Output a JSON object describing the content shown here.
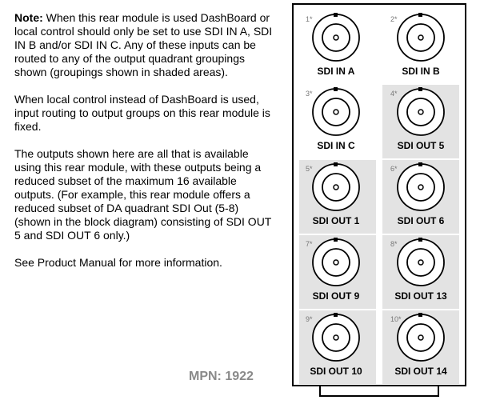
{
  "note": {
    "lead": "Note:",
    "text": " When this rear module is used DashBoard or local control should only be set to use SDI IN A, SDI IN B and/or SDI IN C. Any of these inputs can be routed to any of the output quadrant groupings shown (groupings shown in shaded areas)."
  },
  "paragraphs": [
    "When local control instead of DashBoard is used, input routing to output groups on this rear module is fixed.",
    "The outputs shown here are all that is available using this rear module, with these outputs being a reduced subset of the maximum 16 available outputs. (For example, this rear module offers a reduced subset of DA quadrant SDI Out (5-8) (shown in the block diagram) consisting of SDI OUT 5 and SDI OUT 6 only.)",
    "See Product Manual for more information."
  ],
  "mpn": "MPN: 1922",
  "connectors": [
    {
      "num": "1*",
      "label": "SDI IN A"
    },
    {
      "num": "2*",
      "label": "SDI IN B"
    },
    {
      "num": "3*",
      "label": "SDI IN C"
    },
    {
      "num": "4*",
      "label": "SDI OUT 5"
    },
    {
      "num": "5*",
      "label": "SDI OUT 1"
    },
    {
      "num": "6*",
      "label": "SDI OUT 6"
    },
    {
      "num": "7*",
      "label": "SDI OUT 9"
    },
    {
      "num": "8*",
      "label": "SDI OUT 13"
    },
    {
      "num": "9*",
      "label": "SDI OUT 10"
    },
    {
      "num": "10*",
      "label": "SDI OUT 14"
    }
  ],
  "colors": {
    "shade": "#e3e3e3",
    "outline": "#000000",
    "number": "#777777"
  }
}
